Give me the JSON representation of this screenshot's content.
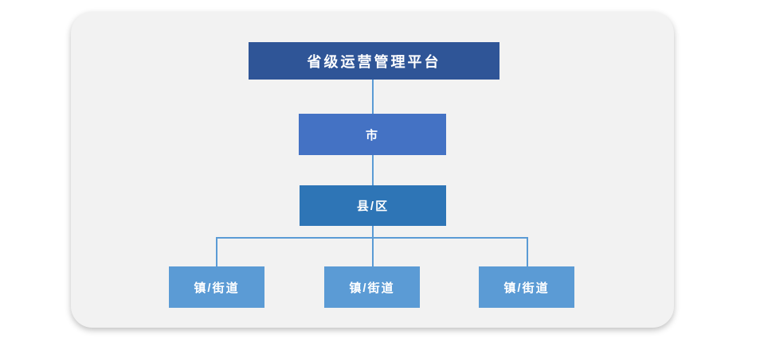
{
  "diagram": {
    "name": "provincial-operation-hierarchy",
    "type": "org-hierarchy",
    "nodes": [
      {
        "id": "province",
        "label": "省级运营管理平台",
        "level": 1,
        "color": "#2F5597"
      },
      {
        "id": "city",
        "label": "市",
        "level": 2,
        "color": "#4472C4"
      },
      {
        "id": "county",
        "label": "县/区",
        "level": 3,
        "color": "#2E75B6"
      },
      {
        "id": "town-1",
        "label": "镇/街道",
        "level": 4,
        "color": "#5B9BD5"
      },
      {
        "id": "town-2",
        "label": "镇/街道",
        "level": 4,
        "color": "#5B9BD5"
      },
      {
        "id": "town-3",
        "label": "镇/街道",
        "level": 4,
        "color": "#5B9BD5"
      }
    ],
    "edges": [
      {
        "from": "province",
        "to": "city"
      },
      {
        "from": "city",
        "to": "county"
      },
      {
        "from": "county",
        "to": "town-1"
      },
      {
        "from": "county",
        "to": "town-2"
      },
      {
        "from": "county",
        "to": "town-3"
      }
    ],
    "colors": {
      "connector": "#5B9BD5",
      "card_background": "#F2F2F2",
      "page_background": "#FFFFFF",
      "node_text": "#FFFFFF"
    }
  }
}
